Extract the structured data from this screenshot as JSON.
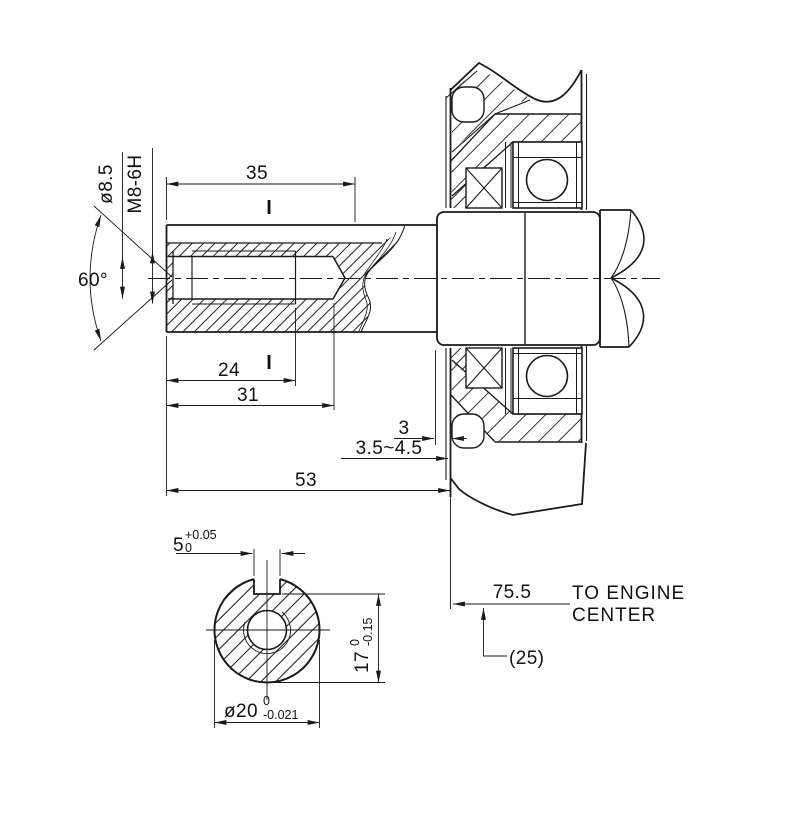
{
  "drawing": {
    "colors": {
      "line": "#1a1a1a",
      "background": "#ffffff"
    },
    "side_view": {
      "dim_keyway_length": "35",
      "dim_thread_depth": "24",
      "dim_drill_depth": "31",
      "dim_shaft_length": "53",
      "dim_collar_gap": "3",
      "dim_seal_clearance": "3.5~4.5",
      "dim_to_engine_center": "75.5",
      "note_to_engine_line1": "TO ENGINE",
      "note_to_engine_line2": "CENTER",
      "dim_reference": "(25)",
      "dim_countersink_angle": "60°",
      "label_countersink_dia": "ø8.5",
      "label_thread": "M8-6H",
      "section_mark": "I"
    },
    "end_view": {
      "dim_keyway_width": "5",
      "keyway_width_tol_upper": "+0.05",
      "keyway_width_tol_lower": "0",
      "dim_key_height": "17",
      "key_height_tol_upper": "0",
      "key_height_tol_lower": "-0.15",
      "dim_outer_dia": "ø20",
      "outer_dia_tol_upper": "0",
      "outer_dia_tol_lower": "-0.021"
    }
  }
}
